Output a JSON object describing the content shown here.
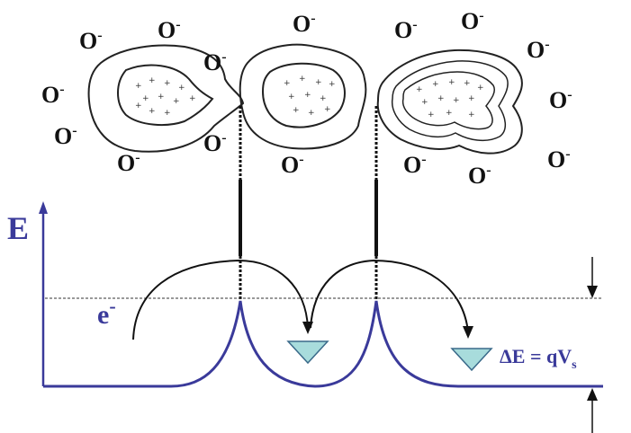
{
  "diagram": {
    "energy_axis_label": "E",
    "electron_label": "e",
    "electron_sup": "-",
    "barrier_label_main": "ΔE = qV",
    "barrier_label_sub": "s",
    "ion_label": "O",
    "ion_sup": "-",
    "colors": {
      "band": "#3a3a9a",
      "grain_outline": "#222222",
      "arrow": "#111111",
      "triangle_fill": "#a8dcdc",
      "triangle_stroke": "#3a6a8a"
    }
  }
}
